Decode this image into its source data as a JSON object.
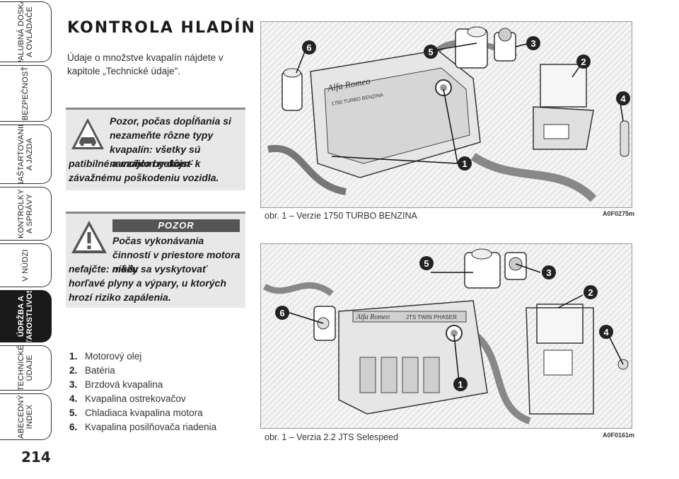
{
  "tabs": [
    {
      "label": "PALUBNÁ DOSKA\nA OVLÁDAČE",
      "active": false
    },
    {
      "label": "BEZPEČNOSŤ",
      "active": false
    },
    {
      "label": "NAŠTARTOVANIE\nA JAZDA",
      "active": false
    },
    {
      "label": "KONTROLKY\nA SPRÁVY",
      "active": false
    },
    {
      "label": "V NÚDZI",
      "active": false
    },
    {
      "label": "ÚDRŽBA A\nSTAROSTLIVOSŤ",
      "active": true
    },
    {
      "label": "TECHNICKÉ\nÚDAJE",
      "active": false
    },
    {
      "label": "ABECEDNÝ\nINDEX",
      "active": false
    }
  ],
  "page_number": "214",
  "title": "KONTROLA HLADÍN",
  "intro": "Údaje o množstve kvapalín nájdete v kapitole „Technické údaje\".",
  "note1": {
    "text_a": "Pozor, počas dopĺňania si nezameňte rôzne typy kvapalín: všetky sú navzájom nekom-",
    "text_b": "patibilné a mohlo by dôjsť k závažnému poškodeniu vozidla."
  },
  "note2": {
    "heading": "POZOR",
    "text_a": "Počas vykonávania činností v priestore motora nikdy",
    "text_b": "nefajčte: môžu sa vyskytovať horľavé plyny a výpary, u ktorých hrozí riziko zapálenia."
  },
  "legend": [
    {
      "num": "1.",
      "text": "Motorový olej"
    },
    {
      "num": "2.",
      "text": "Batéria"
    },
    {
      "num": "3.",
      "text": "Brzdová kvapalina"
    },
    {
      "num": "4.",
      "text": "Kvapalina ostrekovačov"
    },
    {
      "num": "5.",
      "text": "Chladiaca kvapalina motora"
    },
    {
      "num": "6.",
      "text": "Kvapalina posilňovača riadenia"
    }
  ],
  "figure1": {
    "caption": "obr. 1 – Verzie 1750 TURBO BENZINA",
    "code": "A0F0275m",
    "engine_text_1": "Alfa Romeo",
    "engine_text_2": "1750 TURBO BENZINA"
  },
  "figure2": {
    "caption": "obr. 1 – Verzia 2.2 JTS Selespeed",
    "code": "A0F0161m",
    "engine_text_1": "Alfa Romeo",
    "engine_text_2": "JTS TWIN PHASER"
  },
  "callouts": [
    "1",
    "2",
    "3",
    "4",
    "5",
    "6"
  ]
}
